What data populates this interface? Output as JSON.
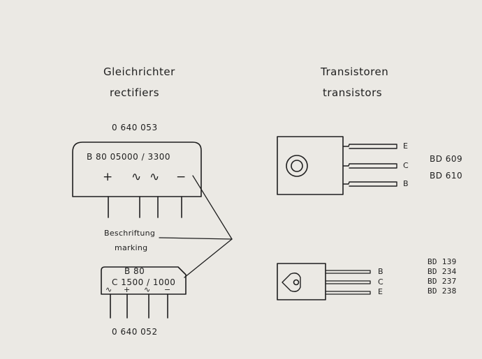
{
  "rectifiers": {
    "title_de": "Gleichrichter",
    "title_en": "rectifiers",
    "large": {
      "part_number": "0 640 053",
      "marking": "B 80  05000 / 3300",
      "terminals": [
        "+",
        "∿",
        "∿",
        "−"
      ]
    },
    "small": {
      "marking_line1": "B 80",
      "marking_line2": "C 1500 / 1000",
      "terminals": [
        "∿",
        "+",
        "∿",
        "−"
      ],
      "part_number": "0 640 052"
    },
    "callout": {
      "label_de": "Beschriftung",
      "label_en": "marking"
    }
  },
  "transistors": {
    "title_de": "Transistoren",
    "title_en": "transistors",
    "large": {
      "pins": [
        "E",
        "C",
        "B"
      ],
      "types": [
        "BD 609",
        "BD 610"
      ]
    },
    "small": {
      "pins": [
        "B",
        "C",
        "E"
      ],
      "types": [
        "BD 139",
        "BD 234",
        "BD 237",
        "BD 238"
      ]
    }
  }
}
